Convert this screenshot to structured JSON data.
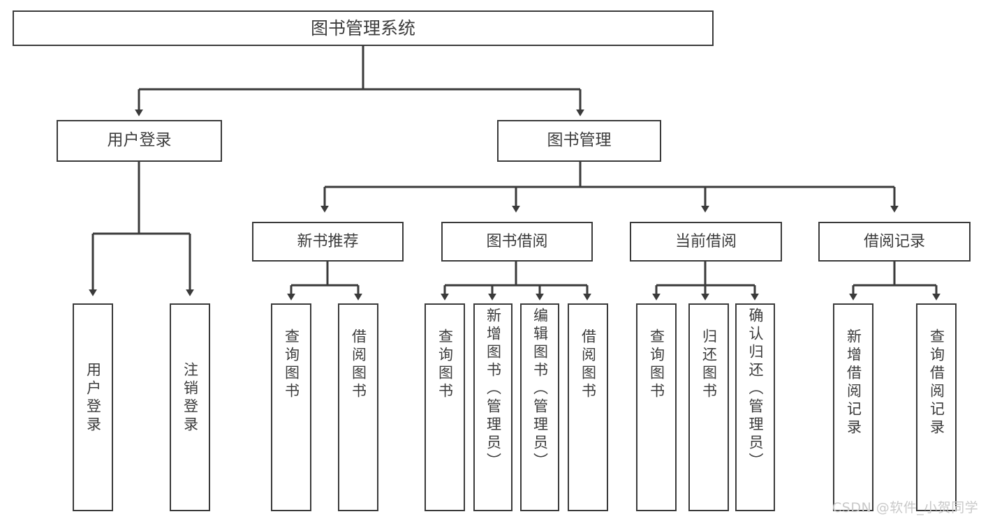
{
  "diagram": {
    "type": "tree-hierarchy-chart",
    "title": "图书管理系统",
    "root": {
      "label": "图书管理系统",
      "level": 1
    },
    "level2": [
      {
        "label": "用户登录"
      },
      {
        "label": "图书管理"
      }
    ],
    "level3": [
      {
        "label": "新书推荐",
        "parent": "图书管理"
      },
      {
        "label": "图书借阅",
        "parent": "图书管理"
      },
      {
        "label": "当前借阅",
        "parent": "图书管理"
      },
      {
        "label": "借阅记录",
        "parent": "图书管理"
      }
    ],
    "leaves": {
      "user_login": [
        {
          "label": "用户登录"
        },
        {
          "label": "注销登录"
        }
      ],
      "new_book_recommend": [
        {
          "label": "查询图书"
        },
        {
          "label": "借阅图书"
        }
      ],
      "book_borrow": [
        {
          "label": "查询图书"
        },
        {
          "label": "新增图书（管理员）"
        },
        {
          "label": "编辑图书（管理员）"
        },
        {
          "label": "借阅图书"
        }
      ],
      "current_borrow": [
        {
          "label": "查询图书"
        },
        {
          "label": "归还图书"
        },
        {
          "label": "确认归还（管理员）"
        }
      ],
      "borrow_record": [
        {
          "label": "新增借阅记录"
        },
        {
          "label": "查询借阅记录"
        }
      ]
    }
  },
  "watermark": {
    "text": "CSDN @软件_小贺同学"
  },
  "colors": {
    "stroke": "#3a3a3a",
    "text": "#3c3c3c",
    "background": "#ffffff",
    "watermark": "#c9c9c9"
  }
}
